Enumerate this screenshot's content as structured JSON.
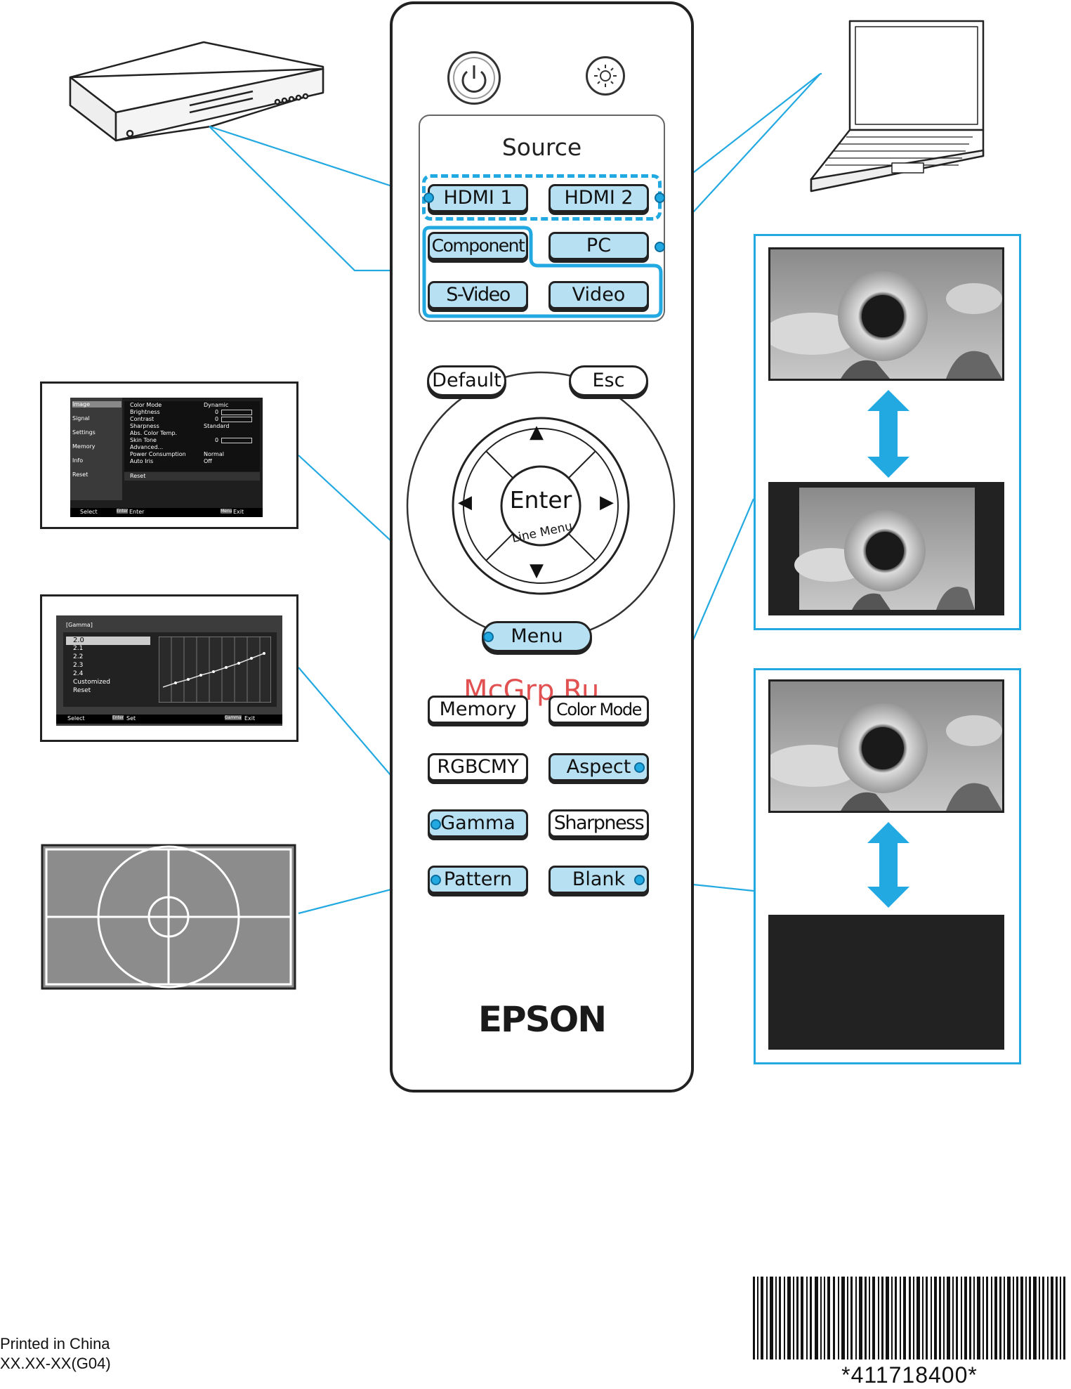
{
  "remote": {
    "source_title": "Source",
    "buttons": {
      "hdmi1": "HDMI 1",
      "hdmi2": "HDMI 2",
      "component": "Component",
      "pc": "PC",
      "svideo": "S-Video",
      "video": "Video",
      "default": "Default",
      "esc": "Esc",
      "enter": "Enter",
      "line_menu": "Line Menu",
      "menu": "Menu",
      "memory": "Memory",
      "color_mode": "Color Mode",
      "rgbcmy": "RGBCMY",
      "aspect": "Aspect",
      "gamma": "Gamma",
      "sharpness": "Sharpness",
      "pattern": "Pattern",
      "blank": "Blank"
    },
    "arrows": {
      "up": "▲",
      "down": "▼",
      "left": "◀",
      "right": "▶"
    },
    "brand": "EPSON"
  },
  "menu_osd": {
    "tabs": [
      "Image",
      "Signal",
      "Settings",
      "Memory",
      "Info",
      "Reset"
    ],
    "items": [
      {
        "label": "Color Mode",
        "value": "Dynamic"
      },
      {
        "label": "Brightness",
        "value": "0"
      },
      {
        "label": "Contrast",
        "value": "0"
      },
      {
        "label": "Sharpness",
        "value": "Standard"
      },
      {
        "label": "Abs. Color Temp.",
        "value": ""
      },
      {
        "label": "Skin Tone",
        "value": "0"
      },
      {
        "label": "Advanced...",
        "value": ""
      },
      {
        "label": "Power Consumption",
        "value": "Normal"
      },
      {
        "label": "Auto Iris",
        "value": "Off"
      }
    ],
    "reset_label": "Reset",
    "footer": {
      "select": "Select",
      "enter_key": "Enter",
      "enter": "Enter",
      "menu_key": "Menu",
      "exit": "Exit"
    }
  },
  "gamma_osd": {
    "title": "[Gamma]",
    "options": [
      "2.0",
      "2.1",
      "2.2",
      "2.3",
      "2.4",
      "Customized",
      "Reset"
    ],
    "footer": {
      "select": "Select",
      "enter_key": "Enter",
      "set": "Set",
      "gamma_key": "Gamma",
      "exit": "Exit"
    }
  },
  "watermark": "McGrp.Ru",
  "footer": {
    "printed": "Printed in China",
    "code": "XX.XX-XX(G04)",
    "barcode_text": "*411718400*"
  },
  "colors": {
    "accent": "#22a9e1",
    "button_fill": "#b7e1f3"
  }
}
